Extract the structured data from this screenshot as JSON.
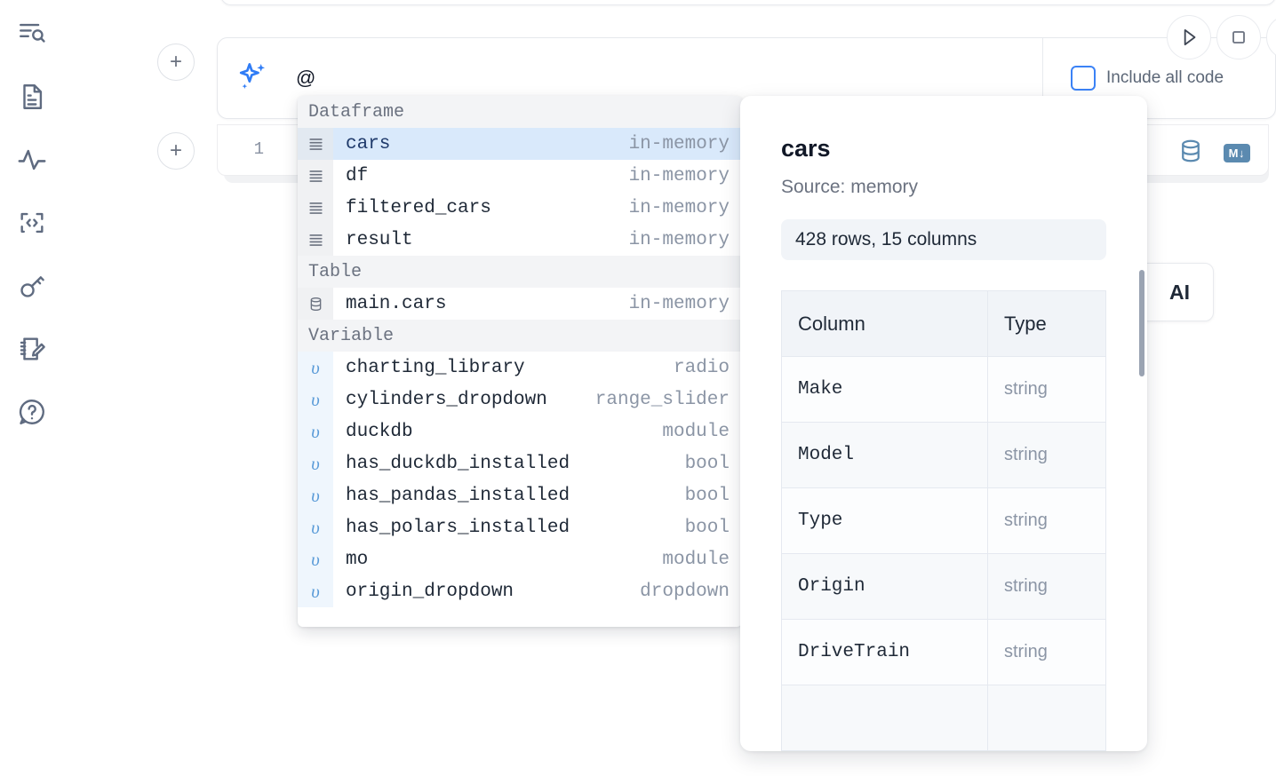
{
  "sidebar": {
    "items": [
      {
        "name": "explore-outline-icon",
        "label": "Explore / Outline"
      },
      {
        "name": "file-document-icon",
        "label": "Files"
      },
      {
        "name": "activity-pulse-icon",
        "label": "Activity"
      },
      {
        "name": "code-snippet-icon",
        "label": "Snippets"
      },
      {
        "name": "key-secrets-icon",
        "label": "Secrets"
      },
      {
        "name": "scratchpad-edit-icon",
        "label": "Scratchpad"
      },
      {
        "name": "help-question-icon",
        "label": "Help"
      }
    ]
  },
  "ai_bar": {
    "sparkle_icon": "sparkles-icon",
    "input_value": "@",
    "input_placeholder": "",
    "include_all_code_label": "Include all code",
    "include_all_code_checked": false,
    "run_button_icon": "play-triangle-icon",
    "stop_button_icon": "stop-square-icon"
  },
  "cell": {
    "line_number": "1",
    "database_icon": "database-icon",
    "markdown_badge": "M↓"
  },
  "ai_card": {
    "label": "AI"
  },
  "add_buttons": {
    "label": "+"
  },
  "autocomplete": {
    "groups": [
      {
        "label": "Dataframe",
        "kind": "df",
        "icon": "dataframe-rows-icon",
        "items": [
          {
            "name": "cars",
            "type": "in-memory",
            "selected": true
          },
          {
            "name": "df",
            "type": "in-memory",
            "selected": false
          },
          {
            "name": "filtered_cars",
            "type": "in-memory",
            "selected": false
          },
          {
            "name": "result",
            "type": "in-memory",
            "selected": false
          }
        ]
      },
      {
        "label": "Table",
        "kind": "table",
        "icon": "database-icon",
        "items": [
          {
            "name": "main.cars",
            "type": "in-memory",
            "selected": false
          }
        ]
      },
      {
        "label": "Variable",
        "kind": "var",
        "icon": "variable-upsilon-icon",
        "items": [
          {
            "name": "charting_library",
            "type": "radio",
            "selected": false
          },
          {
            "name": "cylinders_dropdown",
            "type": "range_slider",
            "selected": false
          },
          {
            "name": "duckdb",
            "type": "module",
            "selected": false
          },
          {
            "name": "has_duckdb_installed",
            "type": "bool",
            "selected": false
          },
          {
            "name": "has_pandas_installed",
            "type": "bool",
            "selected": false
          },
          {
            "name": "has_polars_installed",
            "type": "bool",
            "selected": false
          },
          {
            "name": "mo",
            "type": "module",
            "selected": false
          },
          {
            "name": "origin_dropdown",
            "type": "dropdown",
            "selected": false
          }
        ]
      }
    ]
  },
  "detail": {
    "title": "cars",
    "source": "Source: memory",
    "shape": "428 rows, 15 columns",
    "columns_header": "Column",
    "type_header": "Type",
    "rows": [
      {
        "column": "Make",
        "type": "string"
      },
      {
        "column": "Model",
        "type": "string"
      },
      {
        "column": "Type",
        "type": "string"
      },
      {
        "column": "Origin",
        "type": "string"
      },
      {
        "column": "DriveTrain",
        "type": "string"
      }
    ]
  },
  "colors": {
    "accent_blue": "#3b82f6",
    "selection_blue": "#d9e9fb",
    "icon_slate": "#5f6b80",
    "muted_text": "#8b95a5",
    "chip_bg": "#f1f4f8",
    "badge_blue": "#5b8ab0"
  }
}
